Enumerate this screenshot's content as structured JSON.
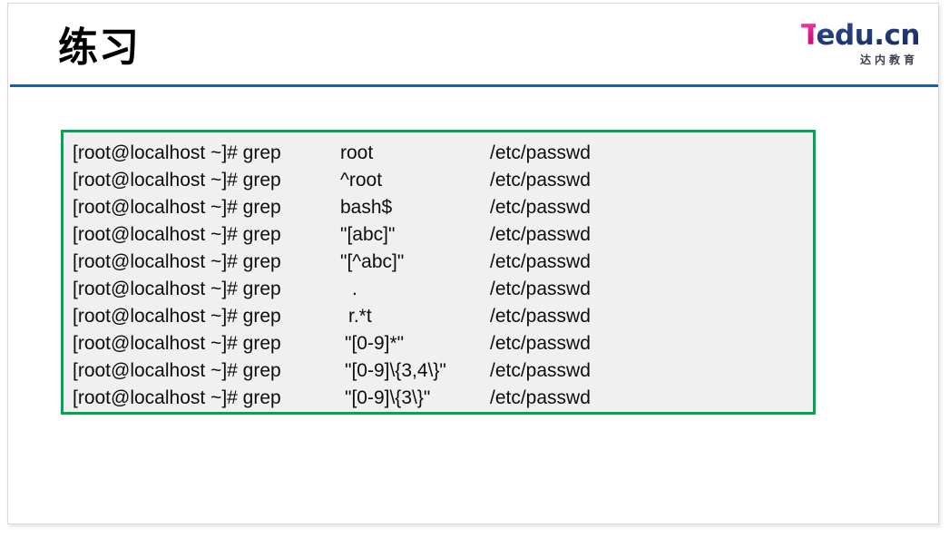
{
  "slide": {
    "title": "练习",
    "accent_rule_color": "#1A5FA8",
    "page_background": "#ffffff"
  },
  "logo": {
    "letter_t": "T",
    "wordmark_rest": "edu.cn",
    "subtitle": "达内教育",
    "t_color": "#E5188E",
    "rest_color": "#1B2F63"
  },
  "code_block": {
    "border_color": "#00A64F",
    "background_color": "#F0F0F0",
    "text_color": "#0D0D0D",
    "lines": [
      {
        "prompt": "[root@localhost ~]# grep",
        "pattern": "root",
        "file": "/etc/passwd",
        "indent": 0
      },
      {
        "prompt": "[root@localhost ~]# grep",
        "pattern": "^root",
        "file": "/etc/passwd",
        "indent": 0
      },
      {
        "prompt": "[root@localhost ~]# grep",
        "pattern": "bash$",
        "file": "/etc/passwd",
        "indent": 0
      },
      {
        "prompt": "[root@localhost ~]# grep",
        "pattern": "\"[abc]\"",
        "file": "/etc/passwd",
        "indent": 0
      },
      {
        "prompt": "[root@localhost ~]# grep",
        "pattern": "\"[^abc]\"",
        "file": "/etc/passwd",
        "indent": 0
      },
      {
        "prompt": "[root@localhost ~]# grep",
        "pattern": ".",
        "file": "/etc/passwd",
        "indent": 1
      },
      {
        "prompt": "[root@localhost ~]# grep",
        "pattern": "r.*t",
        "file": "/etc/passwd",
        "indent": 2
      },
      {
        "prompt": "[root@localhost ~]# grep",
        "pattern": "\"[0-9]*\"",
        "file": "/etc/passwd",
        "indent": 3
      },
      {
        "prompt": "[root@localhost ~]# grep",
        "pattern": "\"[0-9]\\{3,4\\}\"",
        "file": "/etc/passwd",
        "indent": 3
      },
      {
        "prompt": "[root@localhost ~]# grep",
        "pattern": "\"[0-9]\\{3\\}\"",
        "file": "/etc/passwd",
        "indent": 3
      }
    ]
  }
}
